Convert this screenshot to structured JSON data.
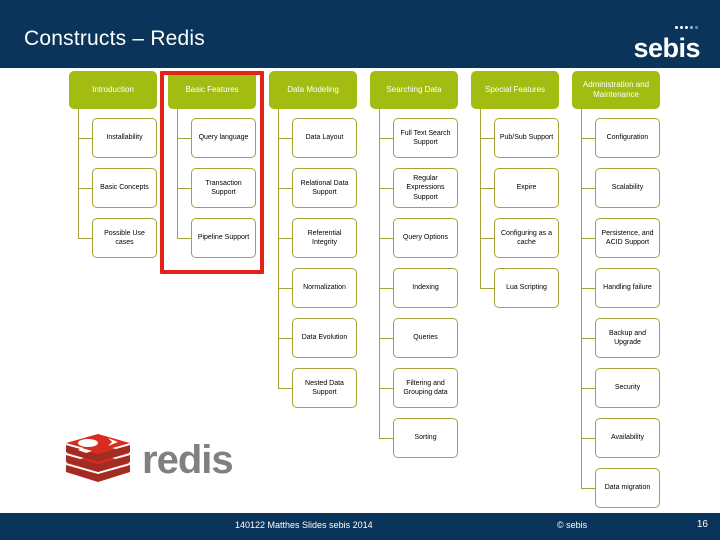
{
  "header": {
    "title": "Constructs – Redis",
    "logo_text": "sebis",
    "logo_name": "sebis-logo",
    "background_color": "#0a3459"
  },
  "footer": {
    "center_text": "140122  Matthes Slides sebis 2014",
    "copyright": "© sebis",
    "page_number": "16"
  },
  "theme": {
    "header_green": "#a3bc12",
    "node_border": "#a3a338",
    "highlight_red": "#e2231a",
    "navy": "#0a3459"
  },
  "redis_logo": {
    "wordmark": "redis",
    "mark_color": "#d82c20",
    "word_color": "#808080"
  },
  "diagram": {
    "highlighted_column": "Basic Features",
    "columns": [
      {
        "id": "introduction",
        "header": "Introduction",
        "highlighted": false,
        "nodes": [
          "Installability",
          "Basic Concepts",
          "Possible Use cases"
        ]
      },
      {
        "id": "basic-features",
        "header": "Basic Features",
        "highlighted": true,
        "nodes": [
          "Query language",
          "Transaction Support",
          "Pipeline Support"
        ]
      },
      {
        "id": "data-modeling",
        "header": "Data Modeling",
        "highlighted": false,
        "nodes": [
          "Data Layout",
          "Relational Data Support",
          "Referential Integrity",
          "Normalization",
          "Data Evolution",
          "Nested Data Support"
        ]
      },
      {
        "id": "searching-data",
        "header": "Searching Data",
        "highlighted": false,
        "nodes": [
          "Full Text Search Support",
          "Regular Expressions Support",
          "Query Options",
          "Indexing",
          "Queries",
          "Filtering and Grouping data",
          "Sorting"
        ]
      },
      {
        "id": "special-features",
        "header": "Special Features",
        "highlighted": false,
        "nodes": [
          "Pub/Sub Support",
          "Expire",
          "Configuring as a cache",
          "Lua Scripting"
        ]
      },
      {
        "id": "administration-and-maintenance",
        "header": "Administration and Maintenance",
        "highlighted": false,
        "nodes": [
          "Configuration",
          "Scalability",
          "Persistence, and ACID Support",
          "Handling failure",
          "Backup and Upgrade",
          "Security",
          "Availability",
          "Data migration"
        ]
      }
    ]
  }
}
